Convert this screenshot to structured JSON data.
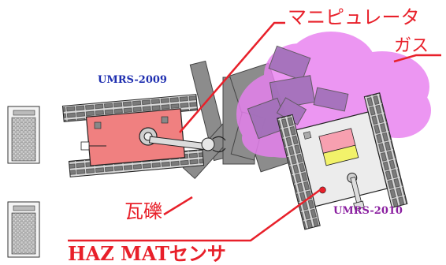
{
  "labels": {
    "manipulator": "マニピュレータ",
    "gas": "ガス",
    "rubble": "瓦礫",
    "hazmat_sensor": "HAZ MATセンサ",
    "robot_2009": "UMRS-2009",
    "robot_2010": "UMRS-2010"
  },
  "colors": {
    "label_red": "#e8202a",
    "leader_red": "#e8202a",
    "robot_2009_name": "#1f2fb0",
    "robot_2010_name": "#8a1fa0",
    "gas_cloud": "#e880f0",
    "robot_2009_body": "#f08080",
    "rubble_gray": "#8c8c8c",
    "sensor_pink": "#f7a0b0",
    "sensor_yellow": "#f2f26a",
    "track_gray": "#777777"
  }
}
